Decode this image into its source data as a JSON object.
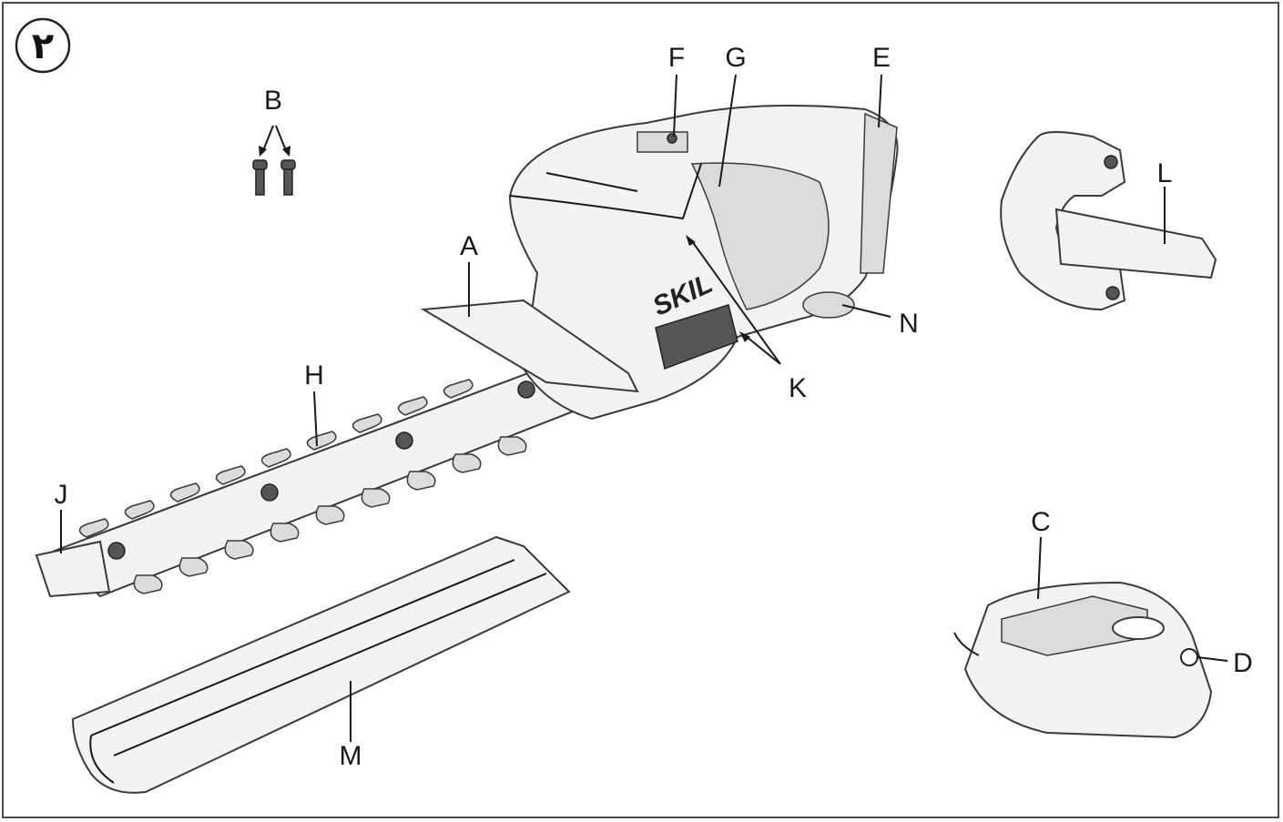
{
  "figure": {
    "badge": "٢",
    "brand_logo": "SKIL",
    "labels": {
      "A": "A",
      "B": "B",
      "C": "C",
      "D": "D",
      "E": "E",
      "F": "F",
      "G": "G",
      "H": "H",
      "J": "J",
      "K": "K",
      "L": "L",
      "M": "M",
      "N": "N"
    }
  }
}
